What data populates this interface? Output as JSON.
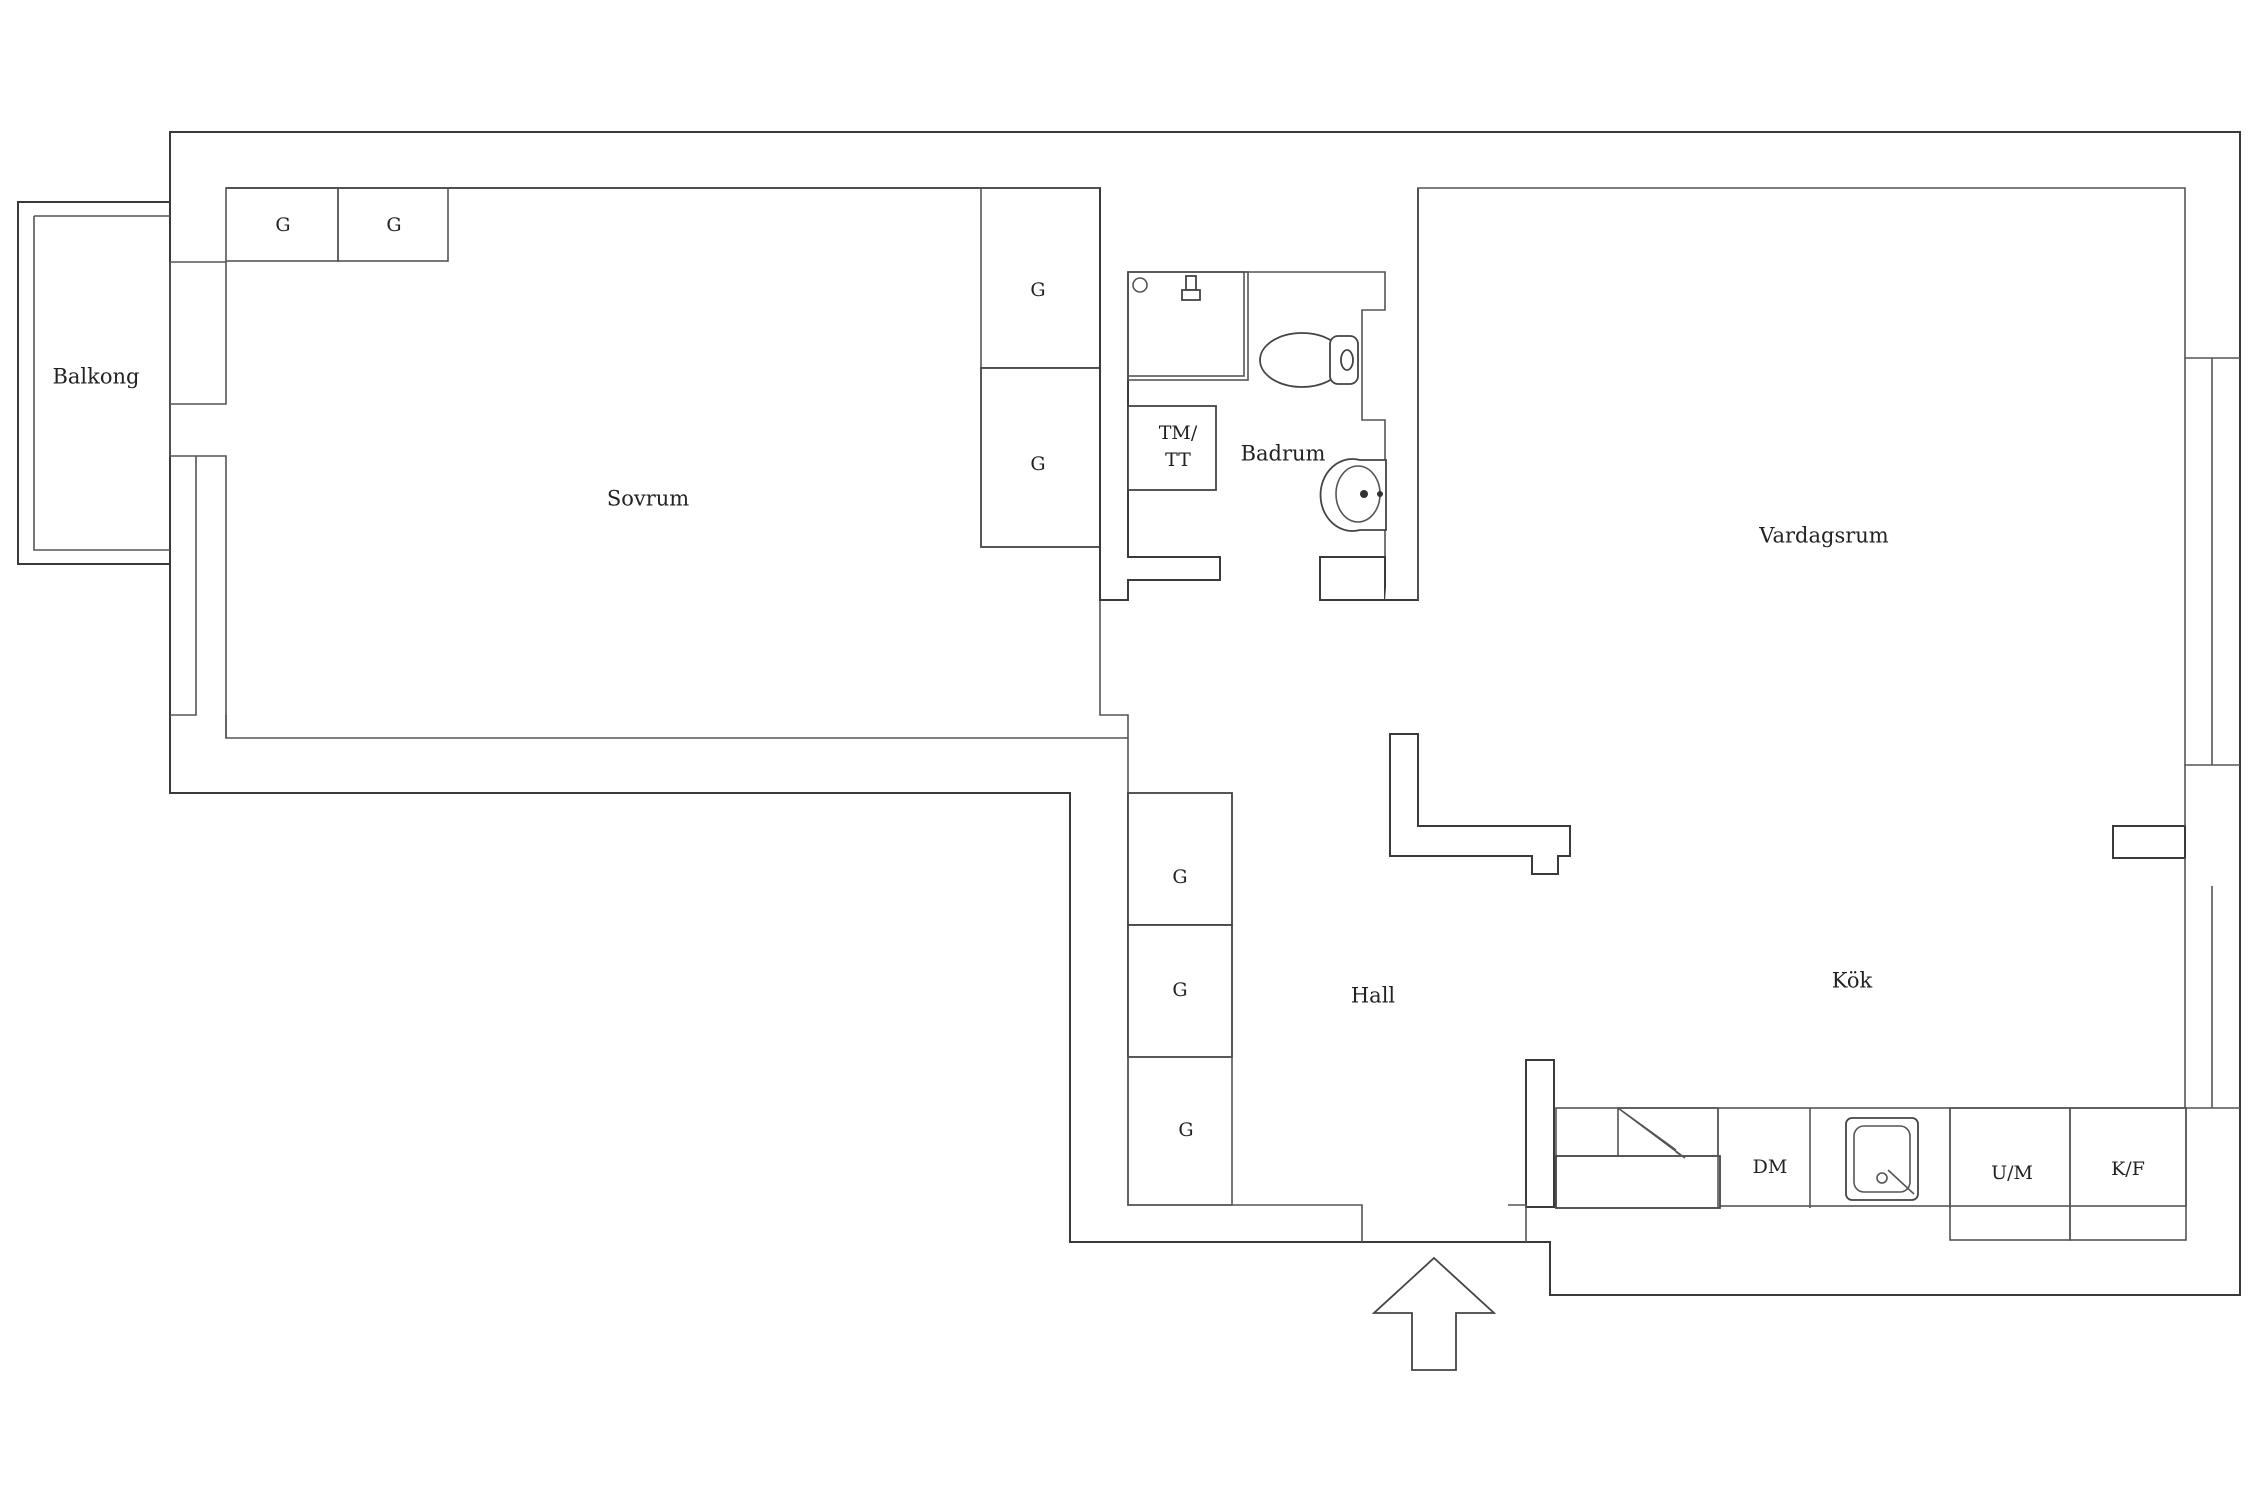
{
  "rooms": {
    "balkong": "Balkong",
    "sovrum": "Sovrum",
    "badrum": "Badrum",
    "vardagsrum": "Vardagsrum",
    "hall": "Hall",
    "kok": "Kök"
  },
  "fixtures": {
    "wardrobe": "G",
    "washer_dryer_line1": "TM/",
    "washer_dryer_line2": "TT",
    "dishwasher": "DM",
    "oven_micro": "U/M",
    "fridge_freezer": "K/F"
  },
  "icons": [
    "entrance-arrow-icon",
    "toilet-icon",
    "washbasin-icon",
    "shower-icon",
    "sink-icon",
    "stove-icon"
  ]
}
